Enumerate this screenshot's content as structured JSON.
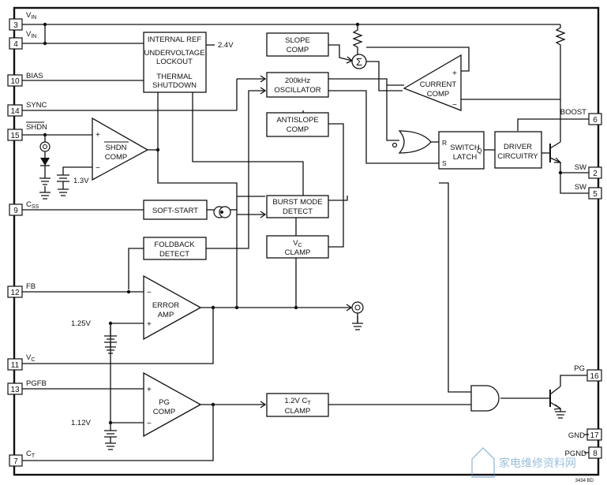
{
  "pins": [
    {
      "num": "3",
      "label": "VIN"
    },
    {
      "num": "4",
      "label": "VIN"
    },
    {
      "num": "10",
      "label": "BIAS"
    },
    {
      "num": "14",
      "label": "SYNC"
    },
    {
      "num": "15",
      "label": "SHDN"
    },
    {
      "num": "9",
      "label": "CSS"
    },
    {
      "num": "12",
      "label": "FB"
    },
    {
      "num": "11",
      "label": "VC"
    },
    {
      "num": "13",
      "label": "PGFB"
    },
    {
      "num": "7",
      "label": "CT"
    },
    {
      "num": "6",
      "label": "BOOST"
    },
    {
      "num": "2",
      "label": "SW"
    },
    {
      "num": "5",
      "label": "SW"
    },
    {
      "num": "16",
      "label": "PG"
    },
    {
      "num": "17",
      "label": "GND"
    },
    {
      "num": "8",
      "label": "PGND"
    }
  ],
  "blocks": {
    "ref_l1": "INTERNAL REF",
    "ref_l2": "UNDERVOLTAGE",
    "ref_l3": "LOCKOUT",
    "ref_l4": "THERMAL",
    "ref_l5": "SHUTDOWN",
    "ref_out": "2.4V",
    "slope_l1": "SLOPE",
    "slope_l2": "COMP",
    "osc_l1": "200kHz",
    "osc_l2": "OSCILLATOR",
    "anti_l1": "ANTISLOPE",
    "anti_l2": "COMP",
    "burst_l1": "BURST MODE",
    "burst_l2": "DETECT",
    "vclamp_l1": "V",
    "vclamp_sub": "C",
    "vclamp_l2": "CLAMP",
    "soft": "SOFT-START",
    "fold_l1": "FOLDBACK",
    "fold_l2": "DETECT",
    "latch_l1": "SWITCH",
    "latch_l2": "LATCH",
    "latch_r": "R",
    "latch_s": "S",
    "latch_q": "Q",
    "driver_l1": "DRIVER",
    "driver_l2": "CIRCUITRY",
    "ctclamp_l1": "1.2V C",
    "ctclamp_sub": "T",
    "ctclamp_l2": "CLAMP",
    "cur_l1": "CURRENT",
    "cur_l2": "COMP",
    "shdn_l1": "SHDN",
    "shdn_l2": "COMP",
    "err_l1": "ERROR",
    "err_l2": "AMP",
    "pg_l1": "PG",
    "pg_l2": "COMP"
  },
  "refs": {
    "v13": "1.3V",
    "v125": "1.25V",
    "v112": "1.12V"
  },
  "figure_id": "3434 BD",
  "watermark": "家电维修资料网"
}
